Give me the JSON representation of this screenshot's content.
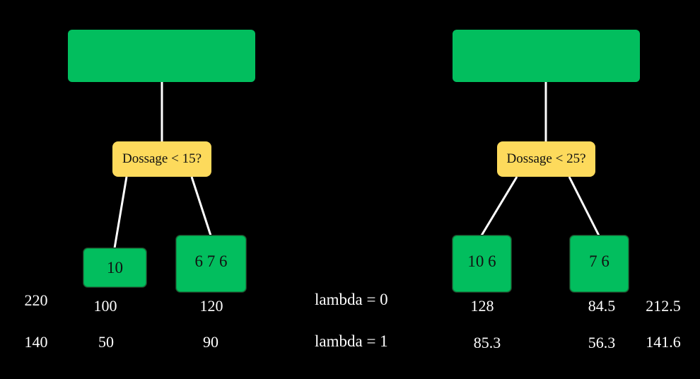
{
  "trees": {
    "left": {
      "condition": "Dossage < 15?",
      "leaf_left": "10",
      "leaf_right": "6 7 6"
    },
    "right": {
      "condition": "Dossage < 25?",
      "leaf_left": "10 6",
      "leaf_right": "7 6"
    }
  },
  "scores": {
    "lambda_0": {
      "label": "lambda = 0",
      "left_total": "220",
      "left_leaf_left": "100",
      "left_leaf_right": "120",
      "right_leaf_left": "128",
      "right_leaf_right": "84.5",
      "right_total": "212.5"
    },
    "lambda_1": {
      "label": "lambda = 1",
      "left_total": "140",
      "left_leaf_left": "50",
      "left_leaf_right": "90",
      "right_leaf_left": "85.3",
      "right_leaf_right": "56.3",
      "right_total": "141.6"
    }
  },
  "colors": {
    "background": "#000000",
    "node_green": "#02BE5E",
    "decision_yellow": "#FDDA5C",
    "edge": "#FFFFFF"
  }
}
